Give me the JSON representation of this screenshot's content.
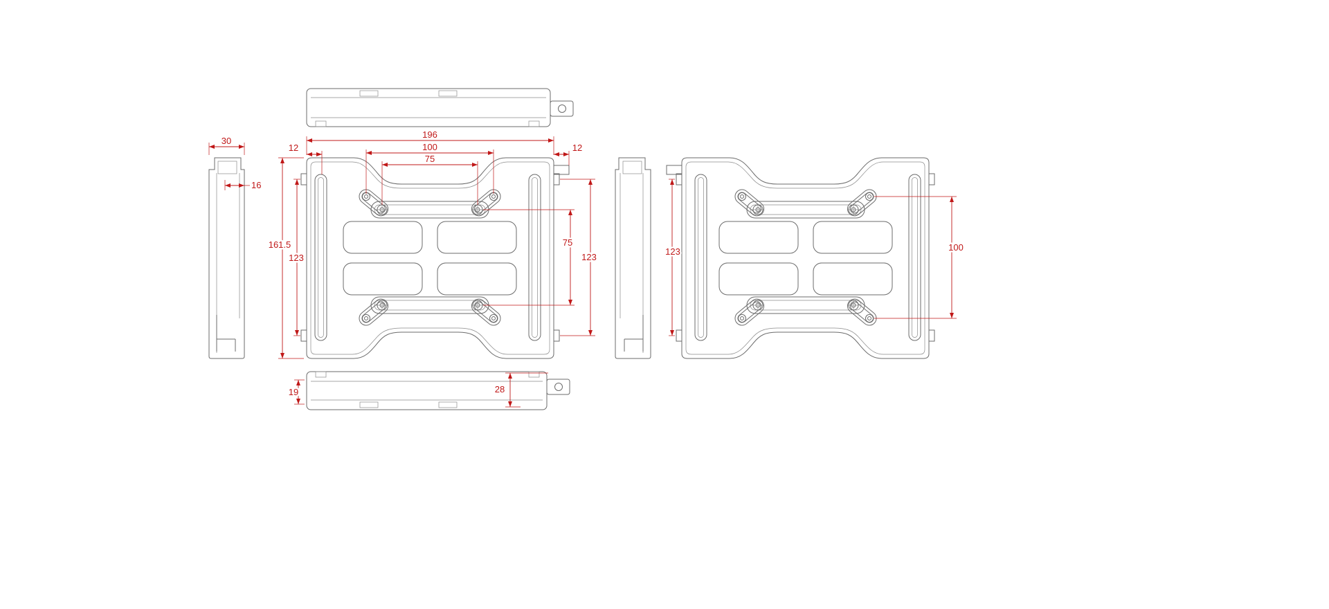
{
  "drawing": {
    "type": "engineering-orthographic-views",
    "part": "mounting-bracket",
    "colors": {
      "background": "#ffffff",
      "geometry_line": "#6b6b6b",
      "dimension": "#c01818"
    },
    "dimensions": {
      "overall_width": "196",
      "outer_hole_spacing": "100",
      "inner_hole_spacing": "75",
      "left_edge_offset": "12",
      "right_tab_offset": "12",
      "overall_height": "161.5",
      "left_slot_span": "123",
      "hole_row_spacing": "75",
      "right_slot_span": "123",
      "side_width": "30",
      "side_depth": "16",
      "bottom_rail_height": "19",
      "bottom_tab_height": "28",
      "rear_slot_span": "123",
      "rear_hole_spacing": "100"
    }
  }
}
